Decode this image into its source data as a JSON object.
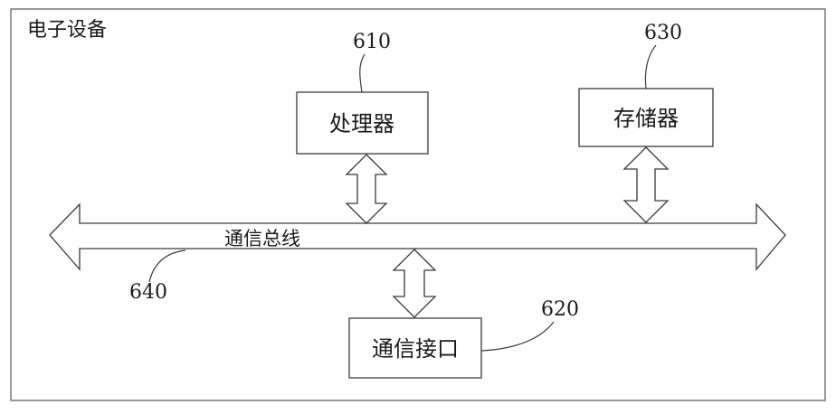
{
  "diagram": {
    "title": "电子设备",
    "processor": {
      "label": "处理器",
      "ref": "610"
    },
    "memory": {
      "label": "存储器",
      "ref": "630"
    },
    "interface": {
      "label": "通信接口",
      "ref": "620"
    },
    "bus": {
      "label": "通信总线",
      "ref": "640"
    }
  }
}
